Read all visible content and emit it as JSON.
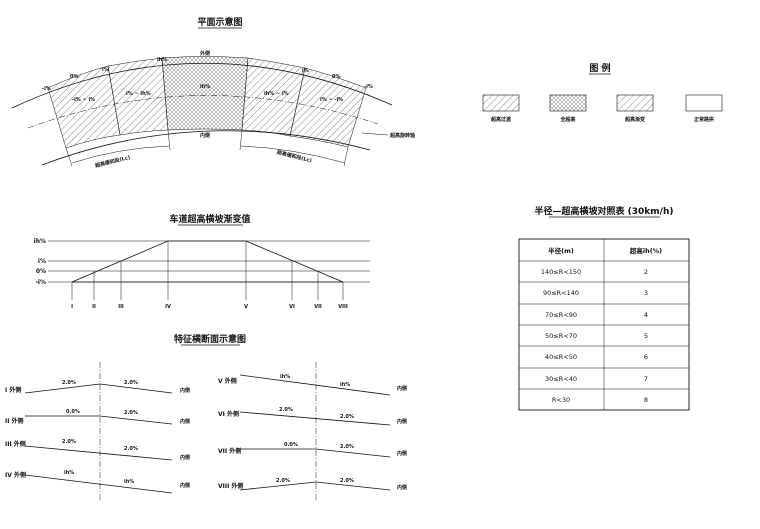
{
  "plan": {
    "title": "平面示意图",
    "outer": "外侧",
    "inner": "内侧",
    "axis": "超高旋转轴",
    "lc_left": "超高缓和段(Lc)",
    "lc_right": "超高缓和段(Lc)",
    "labels_top": [
      "-i%",
      "0%",
      "i%",
      "ih%",
      "i%",
      "0%",
      "-i%"
    ],
    "labels_mid": [
      "-i% ~ i%",
      "i% ~ ih%",
      "ih%",
      "ih% ~ i%",
      "i% ~ -i%"
    ]
  },
  "legend": {
    "title": "图 例",
    "items": [
      {
        "label": "超高过渡"
      },
      {
        "label": "全超高"
      },
      {
        "label": "超高渐变"
      },
      {
        "label": "正常路拱"
      }
    ]
  },
  "profile": {
    "title": "车道超高横坡渐变值",
    "y_labels": [
      "ih%",
      "i%",
      "0%",
      "-i%"
    ],
    "x_labels": [
      "I",
      "II",
      "III",
      "IV",
      "V",
      "VI",
      "VII",
      "VIII"
    ]
  },
  "sections": {
    "title": "特征横断面示意图",
    "left": [
      {
        "name": "I 外侧",
        "l": "2.0%",
        "r": "2.0%",
        "inner": "内侧"
      },
      {
        "name": "II 外侧",
        "l": "0.0%",
        "r": "2.0%",
        "inner": "内侧"
      },
      {
        "name": "III 外侧",
        "l": "2.0%",
        "r": "2.0%",
        "inner": "内侧"
      },
      {
        "name": "IV 外侧",
        "l": "ih%",
        "r": "ih%",
        "inner": "内侧"
      }
    ],
    "right": [
      {
        "name": "V 外侧",
        "l": "ih%",
        "r": "ih%",
        "inner": "内侧"
      },
      {
        "name": "VI 外侧",
        "l": "2.0%",
        "r": "2.0%",
        "inner": "内侧"
      },
      {
        "name": "VII 外侧",
        "l": "0.0%",
        "r": "2.0%",
        "inner": "内侧"
      },
      {
        "name": "VIII 外侧",
        "l": "2.0%",
        "r": "2.0%",
        "inner": "内侧"
      }
    ]
  },
  "table": {
    "title": "半径—超高横坡对照表 (30km/h)",
    "headers": [
      "半径(m)",
      "超高ih(%)"
    ],
    "rows": [
      [
        "140≤R<150",
        "2"
      ],
      [
        "90≤R<140",
        "3"
      ],
      [
        "70≤R<90",
        "4"
      ],
      [
        "50≤R<70",
        "5"
      ],
      [
        "40≤R<50",
        "6"
      ],
      [
        "30≤R<40",
        "7"
      ],
      [
        "R<30",
        "8"
      ]
    ]
  }
}
